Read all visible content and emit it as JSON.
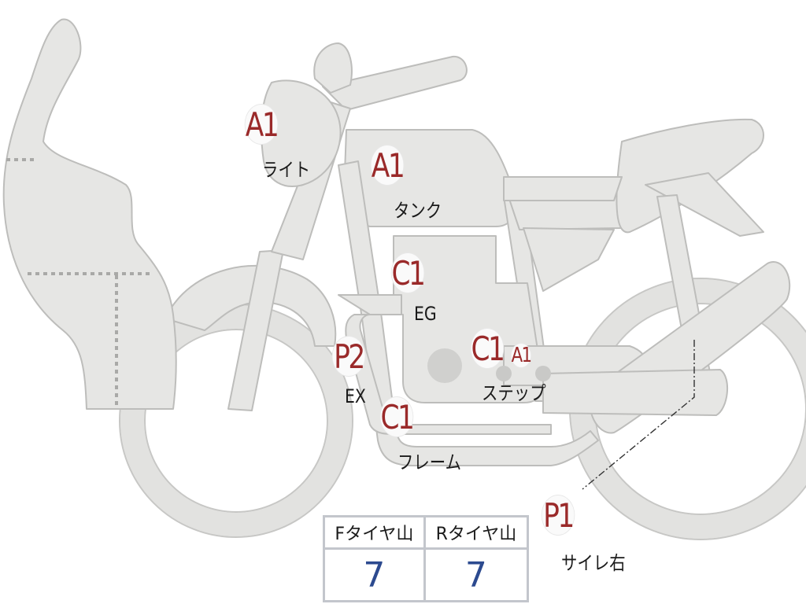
{
  "badges": {
    "light": "A1",
    "tank": "A1",
    "engine": "C1",
    "exhaust": "P2",
    "step_c": "C1",
    "step_a": "A1",
    "frame": "C1",
    "tire_side": "P1"
  },
  "labels": {
    "light": "ライト",
    "tank": "タンク",
    "engine": "EG",
    "exhaust": "EX",
    "step": "ステップ",
    "frame": "フレーム",
    "tire_side": "サイレ右"
  },
  "tire_table": {
    "front_header": "Fタイヤ山",
    "rear_header": "Rタイヤ山",
    "front_value": "7",
    "rear_value": "7"
  },
  "colors": {
    "badge_text": "#9a2a2a",
    "value_text": "#2c4a8f",
    "part_fill": "#e6e6e4"
  }
}
